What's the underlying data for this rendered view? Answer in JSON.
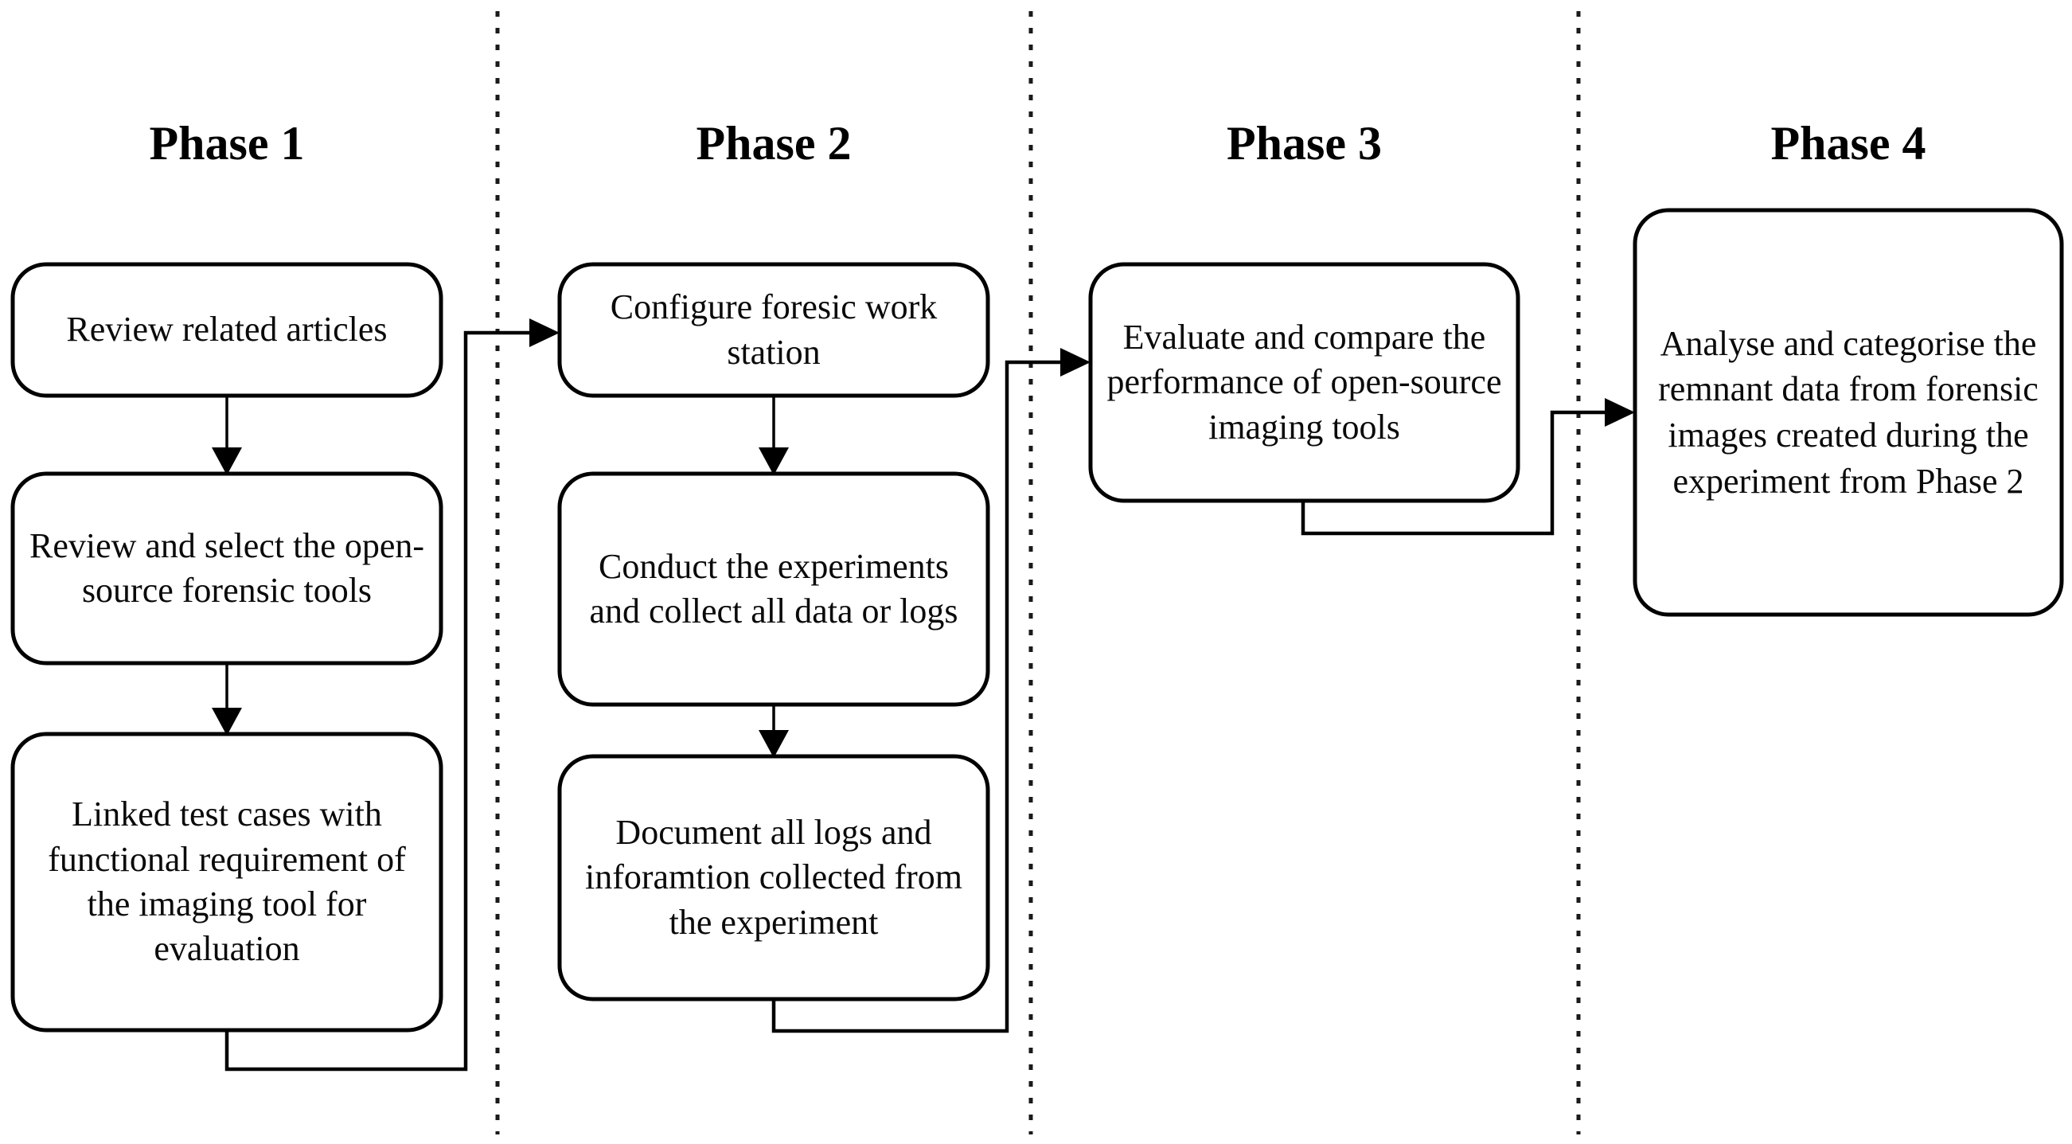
{
  "diagram": {
    "title": "Four-phase research methodology flowchart",
    "background_color": "#ffffff",
    "line_color": "#000000",
    "divider_style": "vertical dotted line",
    "phases": [
      {
        "id": "phase-1",
        "label": "Phase 1",
        "nodes": [
          {
            "id": "p1-n1",
            "text": "Review related articles"
          },
          {
            "id": "p1-n2",
            "text": "Review and select the open-source forensic tools"
          },
          {
            "id": "p1-n3",
            "text": "Linked test cases with functional requirement of the imaging tool for evaluation"
          }
        ]
      },
      {
        "id": "phase-2",
        "label": "Phase 2",
        "nodes": [
          {
            "id": "p2-n1",
            "text": "Configure foresic work station"
          },
          {
            "id": "p2-n2",
            "text": "Conduct the experiments and collect all data or logs"
          },
          {
            "id": "p2-n3",
            "text": "Document all logs and inforamtion collected from the experiment"
          }
        ]
      },
      {
        "id": "phase-3",
        "label": "Phase 3",
        "nodes": [
          {
            "id": "p3-n1",
            "text": "Evaluate and compare the performance of open-source imaging tools"
          }
        ]
      },
      {
        "id": "phase-4",
        "label": "Phase 4",
        "nodes": [
          {
            "id": "p4-n1",
            "text": "Analyse and categorise the remnant data from forensic images created during the experiment from Phase 2"
          }
        ]
      }
    ],
    "connectors": [
      {
        "id": "c-p1n1-p1n2",
        "from": "p1-n1",
        "to": "p1-n2",
        "kind": "arrow-down"
      },
      {
        "id": "c-p1n2-p1n3",
        "from": "p1-n2",
        "to": "p1-n3",
        "kind": "arrow-down"
      },
      {
        "id": "c-p1n3-p2n1",
        "from": "p1-n3",
        "to": "p2-n1",
        "kind": "elbow-right-arrow"
      },
      {
        "id": "c-p2n1-p2n2",
        "from": "p2-n1",
        "to": "p2-n2",
        "kind": "arrow-down"
      },
      {
        "id": "c-p2n2-p2n3",
        "from": "p2-n2",
        "to": "p2-n3",
        "kind": "arrow-down"
      },
      {
        "id": "c-p2n3-p3n1",
        "from": "p2-n3",
        "to": "p3-n1",
        "kind": "elbow-right-arrow"
      },
      {
        "id": "c-p3n1-p4n1",
        "from": "p3-n1",
        "to": "p4-n1",
        "kind": "elbow-right-arrow"
      }
    ]
  }
}
